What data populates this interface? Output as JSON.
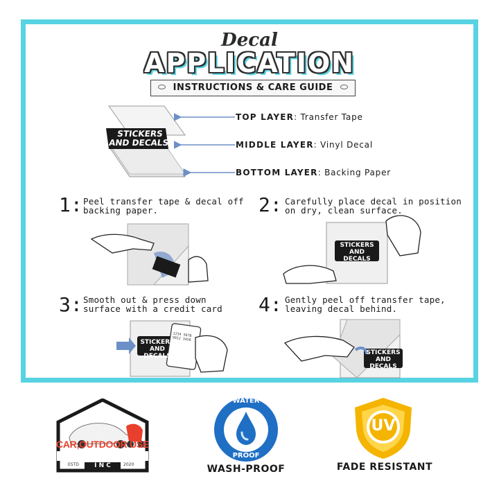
{
  "header": {
    "script_title": "Decal",
    "main_title": "APPLICATION",
    "subtitle": "INSTRUCTIONS & CARE GUIDE"
  },
  "layers": [
    {
      "name": "TOP LAYER",
      "desc": ": Transfer Tape"
    },
    {
      "name": "MIDDLE LAYER",
      "desc": ": Vinyl Decal"
    },
    {
      "name": "BOTTOM LAYER",
      "desc": ": Backing Paper"
    }
  ],
  "sample_decal": {
    "line1": "STICKERS",
    "line2": "AND DECALS"
  },
  "steps": [
    {
      "num": "1:",
      "line1": "Peel transfer tape & decal off",
      "line2": "backing paper."
    },
    {
      "num": "2:",
      "line1": "Carefully place decal in position",
      "line2": "on dry, clean surface."
    },
    {
      "num": "3:",
      "line1": "Smooth out & press down",
      "line2": "surface with a credit card"
    },
    {
      "num": "4:",
      "line1": "Gently peel off transfer tape,",
      "line2": "leaving decal behind."
    }
  ],
  "card": {
    "number": "1234 5678 9012 3456"
  },
  "badges": {
    "car": {
      "title": "CAR,OUTDOOR USE",
      "inc": "I N C",
      "estd": "ESTD",
      "year": "2020"
    },
    "water": {
      "arc_top": "WATER",
      "arc_bottom": "PROOF",
      "label": "WASH-PROOF"
    },
    "uv": {
      "text": "UV",
      "label": "FADE RESISTANT"
    }
  },
  "colors": {
    "accent": "#58d3e3",
    "water_blue": "#1f6fc4",
    "uv_gold": "#f4b400",
    "car_red": "#e8402c",
    "arrow_blue": "#6d8fc7"
  }
}
